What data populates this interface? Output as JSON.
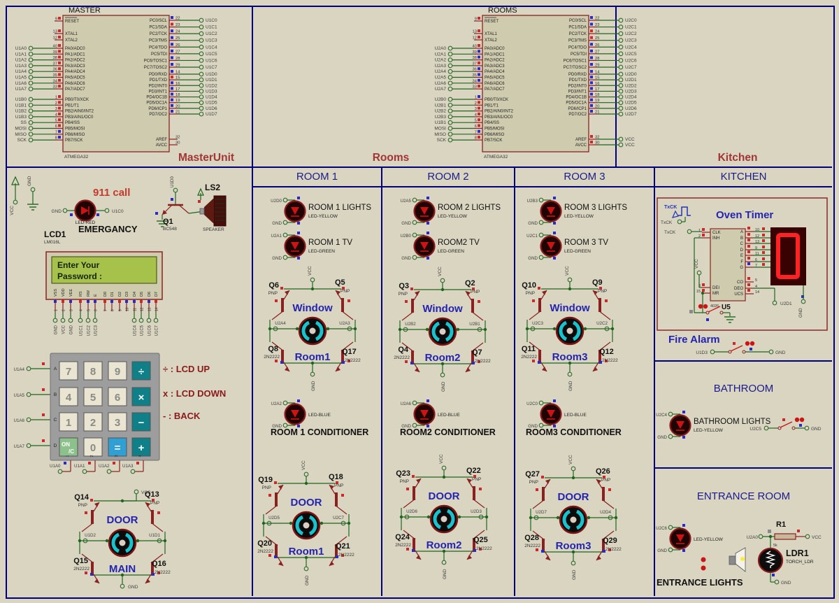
{
  "palette": {
    "bg": "#d9d5c1",
    "line_navy": "#00007a",
    "chip_fill": "#cfcbae",
    "chip_border": "#8b2323",
    "wire_green": "#1e661e",
    "stub_maroon": "#8b2020",
    "net_gray": "#3d3d3d",
    "blue_label": "#2424b0",
    "motor_cyan": "#19c2cc",
    "sq_red": "#cc2a2a",
    "sq_blue": "#2a2acc",
    "seg_red": "#ff2222",
    "seg_bg": "#380202",
    "lcd_screen": "#a6c24a",
    "keypad_gray": "#9d9d9d",
    "key_beige": "#e9e5d2",
    "key_teal": "#0f7f88",
    "key_blue": "#2f9fd4",
    "key_green": "#8cc18c"
  },
  "banner": {
    "master": "MasterUnit",
    "rooms": "Rooms",
    "kitchen": "Kitchen"
  },
  "section_headers": {
    "room1": "ROOM 1",
    "room2": "ROOM 2",
    "room3": "ROOM 3",
    "kitchen": "KITCHEN",
    "bathroom": "BATHROOM",
    "entrance": "ENTRANCE ROOM"
  },
  "chips": [
    {
      "id": "master",
      "title": "MASTER",
      "part": "ATMEGA32",
      "left_groups": [
        [
          {
            "num": "9",
            "name": "RESET",
            "sq": "r",
            "bar": true
          }
        ],
        [
          {
            "num": "13",
            "name": "XTAL1",
            "sq": "r"
          },
          {
            "num": "12",
            "name": "XTAL2",
            "sq": "r"
          }
        ],
        [
          {
            "num": "40",
            "name": "PA0/ADC0",
            "net": "U1A0",
            "sq": "r"
          },
          {
            "num": "39",
            "name": "PA1/ADC1",
            "net": "U1A1",
            "sq": "r"
          },
          {
            "num": "38",
            "name": "PA2/ADC2",
            "net": "U1A2",
            "sq": "r"
          },
          {
            "num": "37",
            "name": "PA3/ADC3",
            "net": "U1A3",
            "sq": "r"
          },
          {
            "num": "36",
            "name": "PA4/ADC4",
            "net": "U1A4",
            "sq": "r"
          },
          {
            "num": "35",
            "name": "PA5/ADC5",
            "net": "U1A5",
            "sq": "r"
          },
          {
            "num": "34",
            "name": "PA6/ADC6",
            "net": "U1A6",
            "sq": "r"
          },
          {
            "num": "33",
            "name": "PA7/ADC7",
            "net": "U1A7",
            "sq": "r"
          }
        ],
        [
          {
            "num": "1",
            "name": "PB0/T0/XCK",
            "net": "U1B0",
            "sq": "r"
          },
          {
            "num": "2",
            "name": "PB1/T1",
            "net": "U1B1",
            "sq": "r"
          },
          {
            "num": "3",
            "name": "PB2/AIN0/INT2",
            "net": "U1B2",
            "sq": "r"
          },
          {
            "num": "4",
            "name": "PB3/AIN1/OC0",
            "net": "U1B3",
            "sq": "r"
          },
          {
            "num": "5",
            "name": "PB4/SS",
            "net": "SS",
            "sq": "r"
          },
          {
            "num": "6",
            "name": "PB5/MOSI",
            "net": "MOSI",
            "sq": "r"
          },
          {
            "num": "7",
            "name": "PB6/MISO",
            "net": "MISO",
            "sq": "b"
          },
          {
            "num": "8",
            "name": "PB7/SCK",
            "net": "SCK",
            "sq": "b"
          }
        ]
      ],
      "right_groups": [
        [
          {
            "num": "22",
            "name": "PC0/SCL",
            "net": "U1C0",
            "sq": "b"
          },
          {
            "num": "23",
            "name": "PC1/SDA",
            "net": "U1C1",
            "sq": "r"
          },
          {
            "num": "24",
            "name": "PC2/TCK",
            "net": "U1C2",
            "sq": "b"
          },
          {
            "num": "25",
            "name": "PC3/TMS",
            "net": "U1C3",
            "sq": "b"
          },
          {
            "num": "26",
            "name": "PC4/TDO",
            "net": "U1C4",
            "sq": "b"
          },
          {
            "num": "27",
            "name": "PC5/TDI",
            "net": "U1C5",
            "sq": "b"
          },
          {
            "num": "28",
            "name": "PC6/TOSC1",
            "net": "U1C6",
            "sq": "b"
          },
          {
            "num": "29",
            "name": "PC7/TOSC2",
            "net": "U1C7",
            "sq": "b"
          }
        ],
        [
          {
            "num": "14",
            "name": "PD0/RXD",
            "net": "U1D0",
            "sq": "b"
          },
          {
            "num": "15",
            "name": "PD1/TXD",
            "net": "U1D1",
            "sq": "r"
          },
          {
            "num": "16",
            "name": "PD2/INT0",
            "net": "U1D2",
            "sq": "b"
          },
          {
            "num": "17",
            "name": "PD3/INT1",
            "net": "U1D3",
            "sq": "b"
          },
          {
            "num": "18",
            "name": "PD4/OC1B",
            "net": "U1D4",
            "sq": "b"
          },
          {
            "num": "19",
            "name": "PD5/OC1A",
            "net": "U1D5",
            "sq": "b"
          },
          {
            "num": "20",
            "name": "PD6/ICP1",
            "net": "U1D6",
            "sq": "b"
          },
          {
            "num": "21",
            "name": "PD7/OC2",
            "net": "U1D7",
            "sq": "b"
          }
        ],
        [
          {
            "num": "32",
            "name": "AREF"
          },
          {
            "num": "30",
            "name": "AVCC"
          }
        ]
      ]
    },
    {
      "id": "rooms",
      "title": "ROOMS",
      "part": "ATMEGA32",
      "left_groups": [
        [
          {
            "num": "9",
            "name": "RESET",
            "sq": "r",
            "bar": true
          }
        ],
        [
          {
            "num": "13",
            "name": "XTAL1",
            "sq": "r"
          },
          {
            "num": "12",
            "name": "XTAL2",
            "sq": "r"
          }
        ],
        [
          {
            "num": "40",
            "name": "PA0/ADC0",
            "net": "U2A0",
            "sq": "r"
          },
          {
            "num": "39",
            "name": "PA1/ADC1",
            "net": "U2A1",
            "sq": "b"
          },
          {
            "num": "38",
            "name": "PA2/ADC2",
            "net": "U2A2",
            "sq": "b"
          },
          {
            "num": "37",
            "name": "PA3/ADC3",
            "net": "U2A3",
            "sq": "r"
          },
          {
            "num": "36",
            "name": "PA4/ADC4",
            "net": "U2A4",
            "sq": "b"
          },
          {
            "num": "35",
            "name": "PA5/ADC5",
            "net": "U2A5",
            "sq": "b"
          },
          {
            "num": "34",
            "name": "PA6/ADC6",
            "net": "U2A6",
            "sq": "b"
          },
          {
            "num": "33",
            "name": "PA7/ADC7",
            "net": "U2A7",
            "sq": "r"
          }
        ],
        [
          {
            "num": "1",
            "name": "PB0/T0/XCK",
            "net": "U2B0",
            "sq": "b"
          },
          {
            "num": "2",
            "name": "PB1/T1",
            "net": "U2B1",
            "sq": "r"
          },
          {
            "num": "3",
            "name": "PB2/AIN0/INT2",
            "net": "U2B2",
            "sq": "r"
          },
          {
            "num": "4",
            "name": "PB3/AIN1/OC0",
            "net": "U2B3",
            "sq": "r"
          },
          {
            "num": "5",
            "name": "PB4/SS",
            "net": "U1B1",
            "sq": "r"
          },
          {
            "num": "6",
            "name": "PB5/MOSI",
            "net": "MOSI",
            "sq": "r"
          },
          {
            "num": "7",
            "name": "PB6/MISO",
            "net": "MISO",
            "sq": "b"
          },
          {
            "num": "8",
            "name": "PB7/SCK",
            "net": "SCK",
            "sq": "r"
          }
        ]
      ],
      "right_groups": [
        [
          {
            "num": "22",
            "name": "PC0/SCL",
            "net": "U2C0",
            "sq": "b"
          },
          {
            "num": "23",
            "name": "PC1/SDA",
            "net": "U2C1",
            "sq": "b"
          },
          {
            "num": "24",
            "name": "PC2/TCK",
            "net": "U2C2",
            "sq": "r"
          },
          {
            "num": "25",
            "name": "PC3/TMS",
            "net": "U2C3",
            "sq": "r"
          },
          {
            "num": "26",
            "name": "PC4/TDO",
            "net": "U2C4",
            "sq": "b"
          },
          {
            "num": "27",
            "name": "PC5/TDI",
            "net": "U2C5",
            "sq": "b"
          },
          {
            "num": "28",
            "name": "PC6/TOSC1",
            "net": "U2C6",
            "sq": "b"
          },
          {
            "num": "29",
            "name": "PC7/TOSC2",
            "net": "U2C7",
            "sq": "b"
          }
        ],
        [
          {
            "num": "14",
            "name": "PD0/RXD",
            "net": "U2D0",
            "sq": "b"
          },
          {
            "num": "15",
            "name": "PD1/TXD",
            "net": "U2D1",
            "sq": "b"
          },
          {
            "num": "16",
            "name": "PD2/INT0",
            "net": "U2D2",
            "sq": "b"
          },
          {
            "num": "17",
            "name": "PD3/INT1",
            "net": "U2D3",
            "sq": "b"
          },
          {
            "num": "18",
            "name": "PD4/OC1B",
            "net": "U2D4",
            "sq": "b"
          },
          {
            "num": "19",
            "name": "PD5/OC1A",
            "net": "U2D5",
            "sq": "b"
          },
          {
            "num": "20",
            "name": "PD6/ICP1",
            "net": "U2D6",
            "sq": "b"
          },
          {
            "num": "21",
            "name": "PD7/OC2",
            "net": "U2D7",
            "sq": "b"
          }
        ],
        [
          {
            "num": "32",
            "name": "AREF",
            "net": "VCC",
            "sq": "r"
          },
          {
            "num": "30",
            "name": "AVCC",
            "net": "VCC",
            "sq": "r"
          }
        ]
      ]
    }
  ],
  "top_left": {
    "vcc": "VCC",
    "gnd": "GND",
    "call": "911 call",
    "led_sub": "LED-RED",
    "led_title": "EMERGANCY",
    "led_left": "GND",
    "led_right": "U1C0",
    "lcd_ref": "LCD1",
    "lcd_model": "LM016L",
    "q_ref": "Q1",
    "q_model": "BC548",
    "q_net": "U1D0",
    "spk_ref": "LS2",
    "spk_label": "SPEAKER"
  },
  "lcd": {
    "line1": "Enter Your",
    "line2": "Password :",
    "pins": [
      {
        "n": "1",
        "label": "VSS",
        "net": "GND",
        "sq": "b"
      },
      {
        "n": "2",
        "label": "VDD",
        "net": "VCC",
        "sq": "r"
      },
      {
        "n": "3",
        "label": "VEE",
        "net": "GND",
        "sq": "b"
      },
      {
        "n": "4",
        "label": "RS",
        "net": "U1C1",
        "sq": "r"
      },
      {
        "n": "5",
        "label": "RW",
        "net": "U1C2",
        "sq": "b"
      },
      {
        "n": "6",
        "label": "E",
        "net": "U1C3",
        "sq": "b"
      },
      {
        "n": "7",
        "label": "D0",
        "sq": "r"
      },
      {
        "n": "8",
        "label": "D1",
        "sq": "b"
      },
      {
        "n": "9",
        "label": "D2",
        "sq": "r"
      },
      {
        "n": "10",
        "label": "D3",
        "sq": "b"
      },
      {
        "n": "11",
        "label": "D4",
        "net": "U1C4",
        "sq": "b"
      },
      {
        "n": "12",
        "label": "D5",
        "net": "U1C5",
        "sq": "r"
      },
      {
        "n": "13",
        "label": "D6",
        "net": "U1C6",
        "sq": "b"
      },
      {
        "n": "14",
        "label": "D7",
        "net": "U1C7",
        "sq": "r"
      }
    ]
  },
  "keypad": {
    "rows": [
      {
        "label": "A",
        "net": "U1A4"
      },
      {
        "label": "B",
        "net": "U1A5"
      },
      {
        "label": "C",
        "net": "U1A6"
      },
      {
        "label": "D",
        "net": "U1A7"
      }
    ],
    "cols": [
      {
        "label": "1",
        "net": "U1A0",
        "sq": "b"
      },
      {
        "label": "2",
        "net": "U1A1",
        "sq": "r"
      },
      {
        "label": "3",
        "net": "U1A2",
        "sq": "r"
      },
      {
        "label": "4",
        "net": "U1A3",
        "sq": "r"
      }
    ],
    "keys": [
      [
        "7",
        "8",
        "9",
        "÷"
      ],
      [
        "4",
        "5",
        "6",
        "×"
      ],
      [
        "1",
        "2",
        "3",
        "−"
      ],
      [
        "ON/C",
        "0",
        "=",
        "+"
      ]
    ]
  },
  "legend": [
    "÷ : LCD UP",
    "x : LCD DOWN",
    "- :  BACK"
  ],
  "bridge_common": {
    "pnp": "PNP",
    "npn": "2N2222",
    "vcc": "VCC",
    "gnd": "GND"
  },
  "bridges": [
    {
      "id": "main",
      "top": "DOOR",
      "bottom": "MAIN",
      "tl": "Q14",
      "tr": "Q13",
      "bl": "Q15",
      "br": "Q16",
      "left": "U1D2",
      "right": "U1D1"
    },
    {
      "id": "win1",
      "top": "Window",
      "bottom": "Room1",
      "tl": "Q6",
      "tr": "Q5",
      "bl": "Q8",
      "br": "Q17",
      "left": "U2A4",
      "right": "U2A3"
    },
    {
      "id": "win2",
      "top": "Window",
      "bottom": "Room2",
      "tl": "Q3",
      "tr": "Q2",
      "bl": "Q4",
      "br": "Q7",
      "left": "U2B2",
      "right": "U2B1"
    },
    {
      "id": "win3",
      "top": "Window",
      "bottom": "Room3",
      "tl": "Q10",
      "tr": "Q9",
      "bl": "Q11",
      "br": "Q12",
      "left": "U2C3",
      "right": "U2C2"
    },
    {
      "id": "door1",
      "top": "DOOR",
      "bottom": "Room1",
      "tl": "Q19",
      "tr": "Q18",
      "bl": "Q20",
      "br": "Q21",
      "left": "U2D5",
      "right": "U2C7"
    },
    {
      "id": "door2",
      "top": "DOOR",
      "bottom": "Room2",
      "tl": "Q23",
      "tr": "Q22",
      "bl": "Q24",
      "br": "Q25",
      "left": "U2D6",
      "right": "U2D3"
    },
    {
      "id": "door3",
      "top": "DOOR",
      "bottom": "Room3",
      "tl": "Q27",
      "tr": "Q26",
      "bl": "Q28",
      "br": "Q29",
      "left": "U2D7",
      "right": "U2D4"
    }
  ],
  "led_common": {
    "gnd": "GND"
  },
  "leds": [
    {
      "id": "r1l",
      "top": "U2D0",
      "name": "ROOM 1 LIGHTS",
      "sub": "LED-YELLOW"
    },
    {
      "id": "r1t",
      "top": "U2A1",
      "name": "ROOM 1 TV",
      "sub": "LED-GREEN"
    },
    {
      "id": "r1c",
      "top": "U2A2",
      "name": "",
      "sub": "LED-BLUE"
    },
    {
      "id": "r2l",
      "top": "U2A5",
      "name": "ROOM 2 LIGHTS",
      "sub": "LED-YELLOW"
    },
    {
      "id": "r2t",
      "top": "U2B0",
      "name": "ROOM2 TV",
      "sub": "LED-GREEN"
    },
    {
      "id": "r2c",
      "top": "U2A6",
      "name": "",
      "sub": "LED-BLUE"
    },
    {
      "id": "r3l",
      "top": "U2B3",
      "name": "ROOM 3 LIGHTS",
      "sub": "LED-YELLOW"
    },
    {
      "id": "r3t",
      "top": "U2C1",
      "name": "ROOM 3 TV",
      "sub": "LED-GREEN"
    },
    {
      "id": "r3c",
      "top": "U2C0",
      "name": "",
      "sub": "LED-BLUE"
    },
    {
      "id": "bath",
      "top": "U2C4",
      "name": "BATHROOM LIGHTS",
      "sub": "LED-YELLOW"
    },
    {
      "id": "ent",
      "top": "U2C6",
      "name": "",
      "sub": "LED-YELLOW"
    }
  ],
  "conditioner_titles": {
    "room1": "ROOM 1 CONDITIONER",
    "room2": "ROOM2 CONDITIONER",
    "room3": "ROOM3 CONDITIONER"
  },
  "switches": {
    "bathroom": {
      "net": "U2C5",
      "gnd": "GND"
    },
    "fire": {
      "net": "U1D3",
      "gnd": "GND"
    }
  },
  "kitchen": {
    "oven_title": "Oven Timer",
    "txck": "TxCK",
    "fire_title": "Fire Alarm",
    "u5_ref": "U5",
    "u5_part": "4026",
    "digit": "0",
    "out_net": "U2D1",
    "vcc": "VCC",
    "gnd": "GND",
    "u5_left": [
      {
        "n": "1",
        "name": "CLK",
        "sq": "r"
      },
      {
        "n": "2",
        "name": "INH",
        "sq": "r"
      },
      {
        "n": "3",
        "name": "DEI",
        "sq": "r"
      },
      {
        "n": "15",
        "name": "MR",
        "sq": "r"
      }
    ],
    "u5_right": [
      {
        "n": "10",
        "name": "A",
        "sq": "r"
      },
      {
        "n": "12",
        "name": "B",
        "sq": "r"
      },
      {
        "n": "13",
        "name": "C",
        "sq": "r"
      },
      {
        "n": "9",
        "name": "D",
        "sq": "r"
      },
      {
        "n": "11",
        "name": "E",
        "sq": "r"
      },
      {
        "n": "6",
        "name": "F",
        "sq": "r"
      },
      {
        "n": "7",
        "name": "G",
        "sq": "b"
      },
      {
        "n": "5",
        "name": "CO",
        "sq": "r"
      },
      {
        "n": "4",
        "name": "DEO",
        "sq": "r"
      },
      {
        "n": "14",
        "name": "UCS",
        "sq": "r"
      }
    ]
  },
  "entrance": {
    "r_ref": "R1",
    "r_val": "5k",
    "r_left": "U2A0",
    "r_right": "VCC",
    "ldr_ref": "LDR1",
    "ldr_model": "TORCH_LDR",
    "gnd": "GND",
    "lights": "ENTRANCE LIGHTS"
  }
}
